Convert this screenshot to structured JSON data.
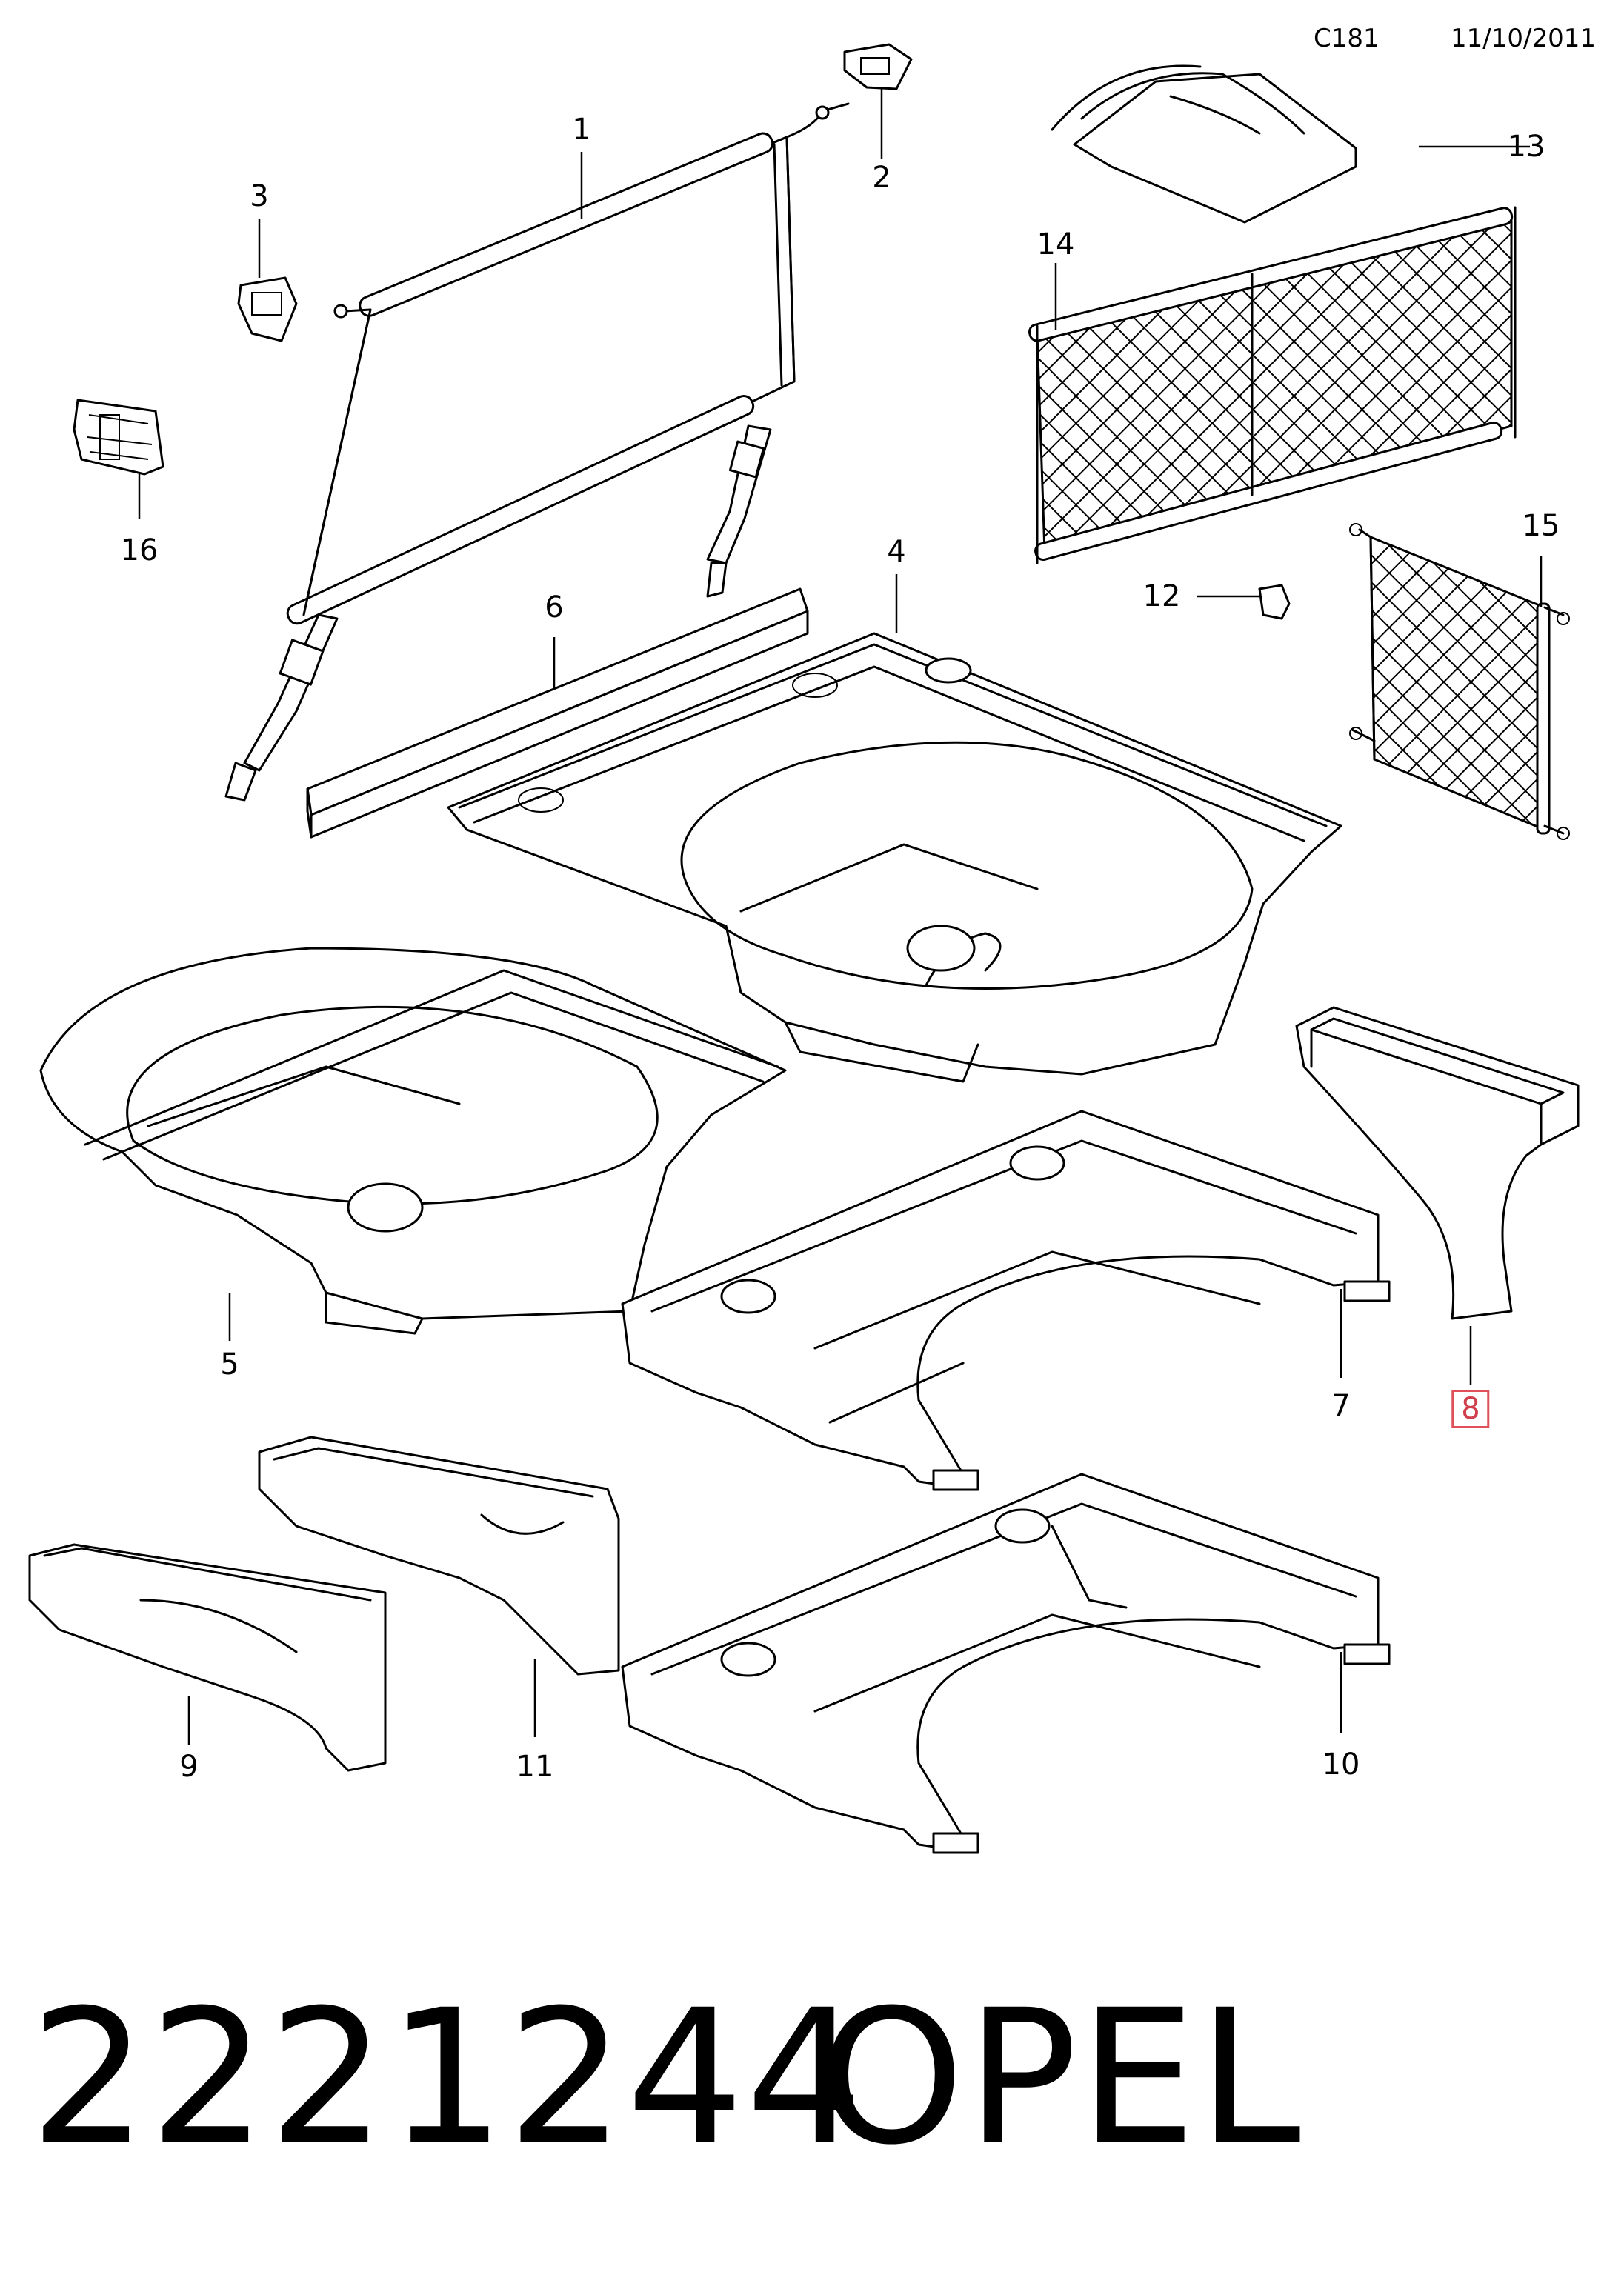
{
  "header": {
    "code": "C181",
    "date": "11/10/2011"
  },
  "callouts": [
    {
      "id": "1",
      "label": "1"
    },
    {
      "id": "2",
      "label": "2"
    },
    {
      "id": "3",
      "label": "3"
    },
    {
      "id": "4",
      "label": "4"
    },
    {
      "id": "5",
      "label": "5"
    },
    {
      "id": "6",
      "label": "6"
    },
    {
      "id": "7",
      "label": "7"
    },
    {
      "id": "8",
      "label": "8",
      "highlighted": true
    },
    {
      "id": "9",
      "label": "9"
    },
    {
      "id": "10",
      "label": "10"
    },
    {
      "id": "11",
      "label": "11"
    },
    {
      "id": "12",
      "label": "12"
    },
    {
      "id": "13",
      "label": "13"
    },
    {
      "id": "14",
      "label": "14"
    },
    {
      "id": "15",
      "label": "15"
    },
    {
      "id": "16",
      "label": "16"
    }
  ],
  "footer": {
    "part_number": "2221244",
    "brand": "OPEL"
  },
  "colors": {
    "highlight": "#e0505a",
    "line": "#000000",
    "background": "#ffffff"
  }
}
